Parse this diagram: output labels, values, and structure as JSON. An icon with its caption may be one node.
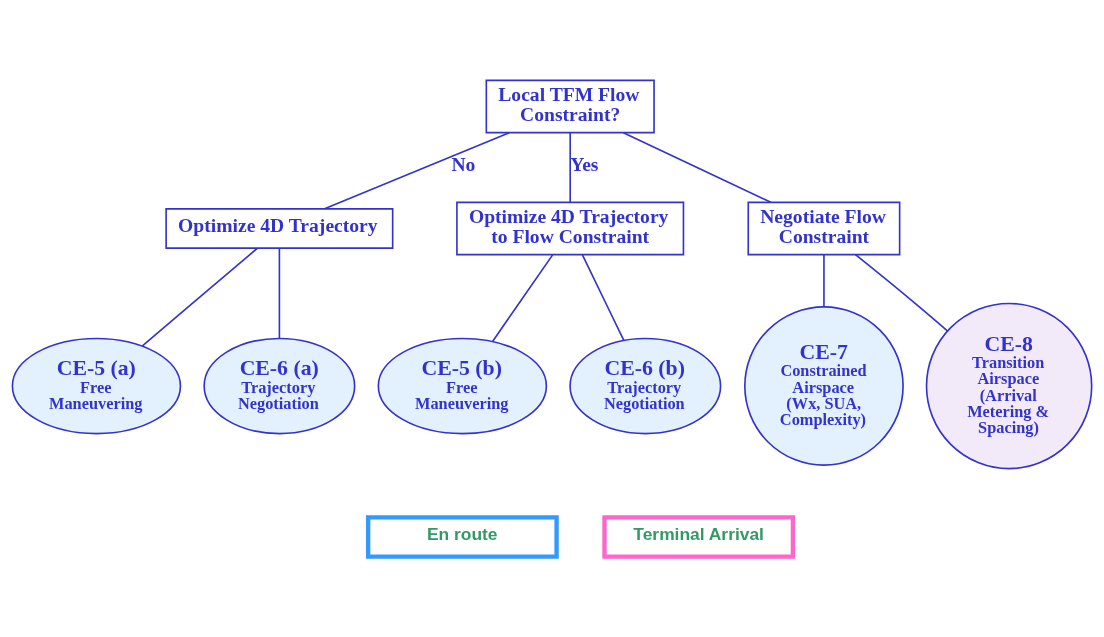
{
  "diagram": {
    "nodes": [
      {
        "text": [
          "Local TFM Flow Constraint?"
        ]
      },
      {
        "text": [
          "Optimize 4D Trajectory"
        ]
      },
      {
        "text": [
          "Optimize 4D Trajectory to Flow Constraint"
        ]
      },
      {
        "text": [
          "Negotiate Flow Constraint"
        ]
      },
      {
        "text": [
          "CE-5 (a)",
          "Free Maneuvering"
        ]
      },
      {
        "text": [
          "CE-6 (a)",
          "Trajectory Negotiation"
        ]
      },
      {
        "text": [
          "CE-5 (b)",
          "Free Maneuvering"
        ]
      },
      {
        "text": [
          "CE-6 (b)",
          "Trajectory Negotiation"
        ]
      },
      {
        "text": [
          "CE-7",
          "Constrained Airspace (Wx, SUA, Complexity)"
        ]
      },
      {
        "text": [
          "CE-8",
          "Transition Airspace (Arrival Metering & Spacing)"
        ]
      }
    ],
    "edges": [
      {
        "from": 0,
        "to": 1,
        "arrow": "none",
        "label": "No"
      },
      {
        "from": 0,
        "to": 2,
        "arrow": "none",
        "label": "Yes"
      },
      {
        "from": 0,
        "to": 3,
        "arrow": "none"
      },
      {
        "from": 1,
        "to": 4,
        "arrow": "none"
      },
      {
        "from": 1,
        "to": 5,
        "arrow": "none"
      },
      {
        "from": 2,
        "to": 6,
        "arrow": "none"
      },
      {
        "from": 2,
        "to": 7,
        "arrow": "none"
      },
      {
        "from": 3,
        "to": 8,
        "arrow": "none"
      },
      {
        "from": 3,
        "to": 9,
        "arrow": "none"
      }
    ],
    "legend": [
      {
        "text": "En route",
        "color": "#3399ff"
      },
      {
        "text": "Terminal Arrival",
        "color": "#ff66cc"
      }
    ]
  }
}
